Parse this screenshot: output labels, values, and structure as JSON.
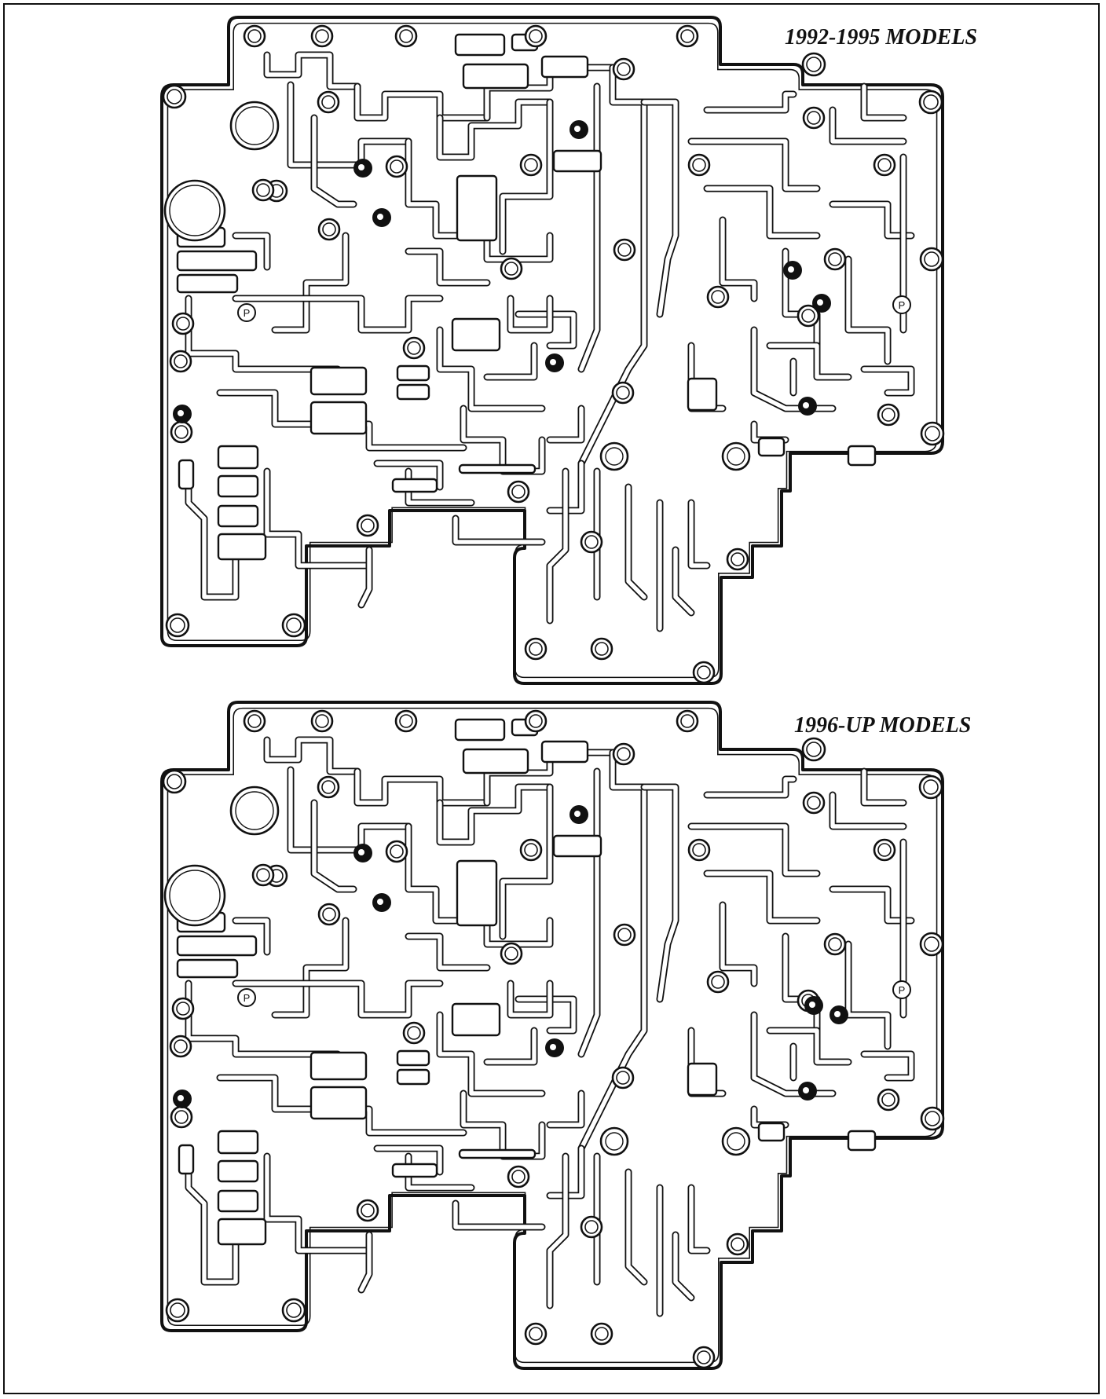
{
  "figure": {
    "colors": {
      "line": "#111111",
      "fill": "#ffffff"
    },
    "panels": [
      {
        "label": "1992-1995 MODELS"
      },
      {
        "label": "1996-UP MODELS"
      }
    ],
    "port_marker": "P"
  }
}
